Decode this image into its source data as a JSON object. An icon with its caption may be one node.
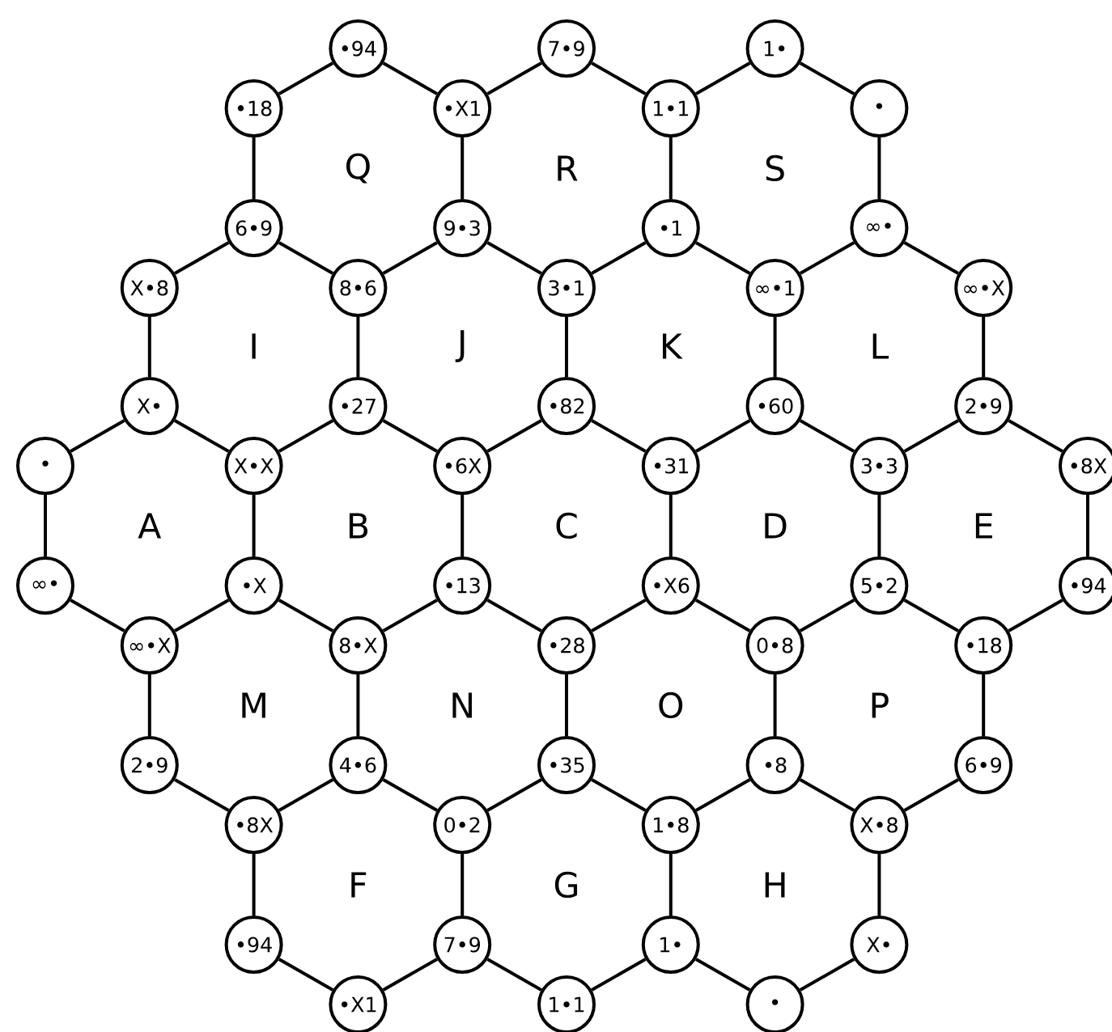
{
  "diagram": {
    "nodes": [
      {
        "text": [
          "•94"
        ]
      },
      {
        "text": [
          "7•9"
        ]
      },
      {
        "text": [
          "1•"
        ]
      },
      {
        "text": [
          "•18"
        ]
      },
      {
        "text": [
          "•X1"
        ]
      },
      {
        "text": [
          "1•1"
        ]
      },
      {
        "text": [
          "•"
        ]
      },
      {
        "text": [
          "6•9"
        ]
      },
      {
        "text": [
          "9•3"
        ]
      },
      {
        "text": [
          "•1"
        ]
      },
      {
        "text": [
          "∞•"
        ]
      },
      {
        "text": [
          "X•8"
        ]
      },
      {
        "text": [
          "8•6"
        ]
      },
      {
        "text": [
          "3•1"
        ]
      },
      {
        "text": [
          "∞•1"
        ]
      },
      {
        "text": [
          "∞•X"
        ]
      },
      {
        "text": [
          "X•"
        ]
      },
      {
        "text": [
          "•27"
        ]
      },
      {
        "text": [
          "•82"
        ]
      },
      {
        "text": [
          "•60"
        ]
      },
      {
        "text": [
          "2•9"
        ]
      },
      {
        "text": [
          "•"
        ]
      },
      {
        "text": [
          "X•X"
        ]
      },
      {
        "text": [
          "•6X"
        ]
      },
      {
        "text": [
          "•31"
        ]
      },
      {
        "text": [
          "3•3"
        ]
      },
      {
        "text": [
          "•8X"
        ]
      },
      {
        "text": [
          "∞•"
        ]
      },
      {
        "text": [
          "•X"
        ]
      },
      {
        "text": [
          "•13"
        ]
      },
      {
        "text": [
          "•X6"
        ]
      },
      {
        "text": [
          "5•2"
        ]
      },
      {
        "text": [
          "•94"
        ]
      },
      {
        "text": [
          "∞•X"
        ]
      },
      {
        "text": [
          "8•X"
        ]
      },
      {
        "text": [
          "•28"
        ]
      },
      {
        "text": [
          "0•8"
        ]
      },
      {
        "text": [
          "•18"
        ]
      },
      {
        "text": [
          "2•9"
        ]
      },
      {
        "text": [
          "4•6"
        ]
      },
      {
        "text": [
          "•35"
        ]
      },
      {
        "text": [
          "•8"
        ]
      },
      {
        "text": [
          "6•9"
        ]
      },
      {
        "text": [
          "•8X"
        ]
      },
      {
        "text": [
          "0•2"
        ]
      },
      {
        "text": [
          "1•8"
        ]
      },
      {
        "text": [
          "X•8"
        ]
      },
      {
        "text": [
          "•94"
        ]
      },
      {
        "text": [
          "7•9"
        ]
      },
      {
        "text": [
          "1•"
        ]
      },
      {
        "text": [
          "X•"
        ]
      },
      {
        "text": [
          "•X1"
        ]
      },
      {
        "text": [
          "1•1"
        ]
      },
      {
        "text": [
          "•"
        ]
      }
    ],
    "edges": [
      {
        "from": 3,
        "to": 7,
        "arrow": "none"
      },
      {
        "from": 4,
        "to": 8,
        "arrow": "none"
      },
      {
        "from": 5,
        "to": 9,
        "arrow": "none"
      },
      {
        "from": 6,
        "to": 10,
        "arrow": "none"
      },
      {
        "from": 11,
        "to": 16,
        "arrow": "none"
      },
      {
        "from": 12,
        "to": 17,
        "arrow": "none"
      },
      {
        "from": 13,
        "to": 18,
        "arrow": "none"
      },
      {
        "from": 14,
        "to": 19,
        "arrow": "none"
      },
      {
        "from": 15,
        "to": 20,
        "arrow": "none"
      },
      {
        "from": 21,
        "to": 27,
        "arrow": "none"
      },
      {
        "from": 22,
        "to": 28,
        "arrow": "none"
      },
      {
        "from": 23,
        "to": 29,
        "arrow": "none"
      },
      {
        "from": 24,
        "to": 30,
        "arrow": "none"
      },
      {
        "from": 25,
        "to": 31,
        "arrow": "none"
      },
      {
        "from": 26,
        "to": 32,
        "arrow": "none"
      },
      {
        "from": 33,
        "to": 38,
        "arrow": "none"
      },
      {
        "from": 34,
        "to": 39,
        "arrow": "none"
      },
      {
        "from": 35,
        "to": 40,
        "arrow": "none"
      },
      {
        "from": 36,
        "to": 41,
        "arrow": "none"
      },
      {
        "from": 37,
        "to": 42,
        "arrow": "none"
      },
      {
        "from": 43,
        "to": 47,
        "arrow": "none"
      },
      {
        "from": 44,
        "to": 48,
        "arrow": "none"
      },
      {
        "from": 45,
        "to": 49,
        "arrow": "none"
      },
      {
        "from": 46,
        "to": 50,
        "arrow": "none"
      },
      {
        "from": 0,
        "to": 3,
        "arrow": "none"
      },
      {
        "from": 0,
        "to": 4,
        "arrow": "none"
      },
      {
        "from": 1,
        "to": 4,
        "arrow": "none"
      },
      {
        "from": 1,
        "to": 5,
        "arrow": "none"
      },
      {
        "from": 2,
        "to": 5,
        "arrow": "none"
      },
      {
        "from": 2,
        "to": 6,
        "arrow": "none"
      },
      {
        "from": 11,
        "to": 7,
        "arrow": "none"
      },
      {
        "from": 7,
        "to": 12,
        "arrow": "none"
      },
      {
        "from": 12,
        "to": 8,
        "arrow": "none"
      },
      {
        "from": 8,
        "to": 13,
        "arrow": "none"
      },
      {
        "from": 13,
        "to": 9,
        "arrow": "none"
      },
      {
        "from": 9,
        "to": 14,
        "arrow": "none"
      },
      {
        "from": 14,
        "to": 10,
        "arrow": "none"
      },
      {
        "from": 10,
        "to": 15,
        "arrow": "none"
      },
      {
        "from": 21,
        "to": 16,
        "arrow": "none"
      },
      {
        "from": 16,
        "to": 22,
        "arrow": "none"
      },
      {
        "from": 22,
        "to": 17,
        "arrow": "none"
      },
      {
        "from": 17,
        "to": 23,
        "arrow": "none"
      },
      {
        "from": 23,
        "to": 18,
        "arrow": "none"
      },
      {
        "from": 18,
        "to": 24,
        "arrow": "none"
      },
      {
        "from": 24,
        "to": 19,
        "arrow": "none"
      },
      {
        "from": 19,
        "to": 25,
        "arrow": "none"
      },
      {
        "from": 25,
        "to": 20,
        "arrow": "none"
      },
      {
        "from": 20,
        "to": 26,
        "arrow": "none"
      },
      {
        "from": 27,
        "to": 33,
        "arrow": "none"
      },
      {
        "from": 33,
        "to": 28,
        "arrow": "none"
      },
      {
        "from": 28,
        "to": 34,
        "arrow": "none"
      },
      {
        "from": 34,
        "to": 29,
        "arrow": "none"
      },
      {
        "from": 29,
        "to": 35,
        "arrow": "none"
      },
      {
        "from": 35,
        "to": 30,
        "arrow": "none"
      },
      {
        "from": 30,
        "to": 36,
        "arrow": "none"
      },
      {
        "from": 36,
        "to": 31,
        "arrow": "none"
      },
      {
        "from": 31,
        "to": 37,
        "arrow": "none"
      },
      {
        "from": 37,
        "to": 32,
        "arrow": "none"
      },
      {
        "from": 38,
        "to": 43,
        "arrow": "none"
      },
      {
        "from": 43,
        "to": 39,
        "arrow": "none"
      },
      {
        "from": 39,
        "to": 44,
        "arrow": "none"
      },
      {
        "from": 44,
        "to": 40,
        "arrow": "none"
      },
      {
        "from": 40,
        "to": 45,
        "arrow": "none"
      },
      {
        "from": 45,
        "to": 41,
        "arrow": "none"
      },
      {
        "from": 41,
        "to": 46,
        "arrow": "none"
      },
      {
        "from": 46,
        "to": 42,
        "arrow": "none"
      },
      {
        "from": 47,
        "to": 51,
        "arrow": "none"
      },
      {
        "from": 51,
        "to": 48,
        "arrow": "none"
      },
      {
        "from": 48,
        "to": 52,
        "arrow": "none"
      },
      {
        "from": 52,
        "to": 49,
        "arrow": "none"
      },
      {
        "from": 49,
        "to": 53,
        "arrow": "none"
      },
      {
        "from": 53,
        "to": 50,
        "arrow": "none"
      }
    ],
    "labels": [
      "Q",
      "R",
      "S",
      "I",
      "J",
      "K",
      "L",
      "A",
      "B",
      "C",
      "D",
      "E",
      "M",
      "N",
      "O",
      "P",
      "F",
      "G",
      "H"
    ]
  }
}
